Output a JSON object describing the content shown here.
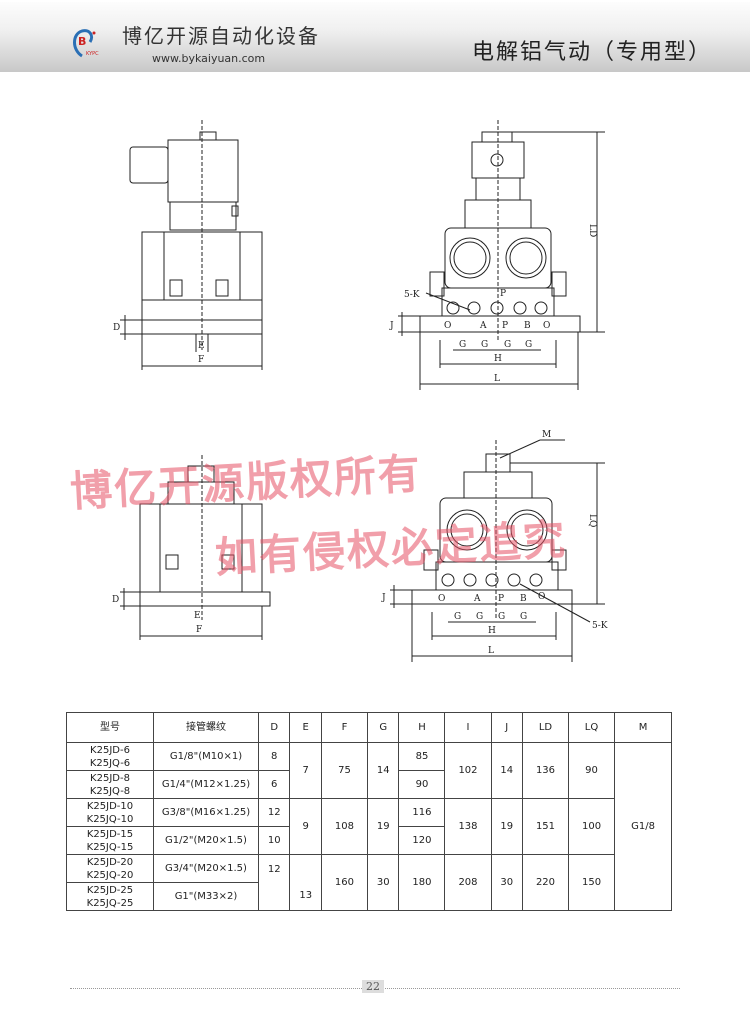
{
  "header": {
    "company": "博亿开源自动化设备",
    "url": "www.bykaiyuan.com",
    "logo_text": "KYPC",
    "logo_letter": "B",
    "title": "电解铝气动（专用型）"
  },
  "drawings": {
    "top_left": {
      "D": "D",
      "E": "E",
      "F": "F"
    },
    "top_right": {
      "k": "5-K",
      "p": "P",
      "ports": [
        "O",
        "A",
        "P",
        "B",
        "O"
      ],
      "J": "J",
      "G": "G",
      "H": "H",
      "L": "L",
      "LD": "LD"
    },
    "bottom_left": {
      "D": "D",
      "E": "E",
      "F": "F"
    },
    "bottom_right": {
      "M": "M",
      "LQ": "LQ",
      "J": "J",
      "ports": [
        "O",
        "A",
        "P",
        "B",
        "O"
      ],
      "G": "G",
      "H": "H",
      "L": "L",
      "k": "5-K"
    }
  },
  "watermark": {
    "line1": "博亿开源版权所有",
    "line2": "如有侵权必定追究"
  },
  "table": {
    "headers": [
      "型号",
      "接管螺纹",
      "D",
      "E",
      "F",
      "G",
      "H",
      "I",
      "J",
      "LD",
      "LQ",
      "M"
    ],
    "rows": [
      {
        "model": [
          "K25JD-6",
          "K25JQ-6"
        ],
        "thread": "G1/8\"(M10×1)",
        "D": "8",
        "E": "7",
        "F": "75",
        "G": "14",
        "H": "85",
        "I": "102",
        "J": "14",
        "LD": "136",
        "LQ": "90",
        "M": "G1/8"
      },
      {
        "model": [
          "K25JD-8",
          "K25JQ-8"
        ],
        "thread": "G1/4\"(M12×1.25)",
        "D": "6",
        "H": "90"
      },
      {
        "model": [
          "K25JD-10",
          "K25JQ-10"
        ],
        "thread": "G3/8\"(M16×1.25)",
        "D": "12",
        "E": "9",
        "F": "108",
        "G": "19",
        "H": "116",
        "I": "138",
        "J": "19",
        "LD": "151",
        "LQ": "100"
      },
      {
        "model": [
          "K25JD-15",
          "K25JQ-15"
        ],
        "thread": "G1/2\"(M20×1.5)",
        "D": "10",
        "H": "120"
      },
      {
        "model": [
          "K25JD-20",
          "K25JQ-20"
        ],
        "thread": "G3/4\"(M20×1.5)",
        "D": "12",
        "E": "13",
        "F": "160",
        "G": "30",
        "H": "180",
        "I": "208",
        "J": "30",
        "LD": "220",
        "LQ": "150"
      },
      {
        "model": [
          "K25JD-25",
          "K25JQ-25"
        ],
        "thread": "G1\"(M33×2)"
      }
    ]
  },
  "page_number": "22"
}
